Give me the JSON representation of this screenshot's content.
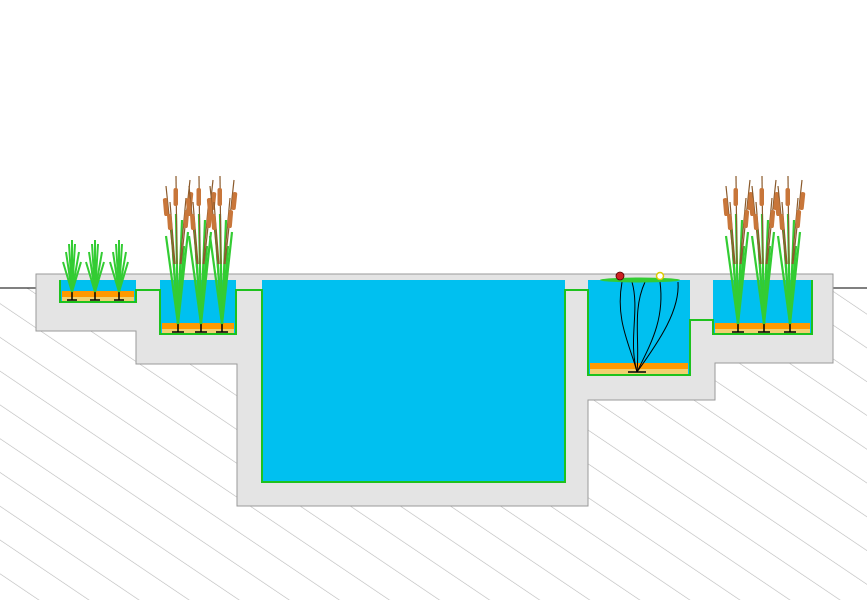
{
  "diagram": {
    "colors": {
      "background": "#ffffff",
      "ground_hatch": "#b9b9b9",
      "ground_line": "#000000",
      "concrete": "#e4e4e4",
      "concrete_edge": "#9a9a9a",
      "water": "#00c0f0",
      "liner": "#1ec21e",
      "substrate_top": "#ff9900",
      "substrate_bottom": "#f0d070",
      "plant_leaf": "#33cc33",
      "plant_leaf_dark": "#22aa22",
      "cattail_head": "#c8763a",
      "stem": "#000000",
      "water_lily_leaf": "#33cc33",
      "water_lily_flower_red": "#cc2222",
      "water_lily_flower_yellow": "#ddcc00"
    },
    "plants": {
      "shallow_left_rush_count": 3,
      "left_cattail_count": 3,
      "right_water_lily_count": 1,
      "right_cattail_count": 3
    }
  }
}
